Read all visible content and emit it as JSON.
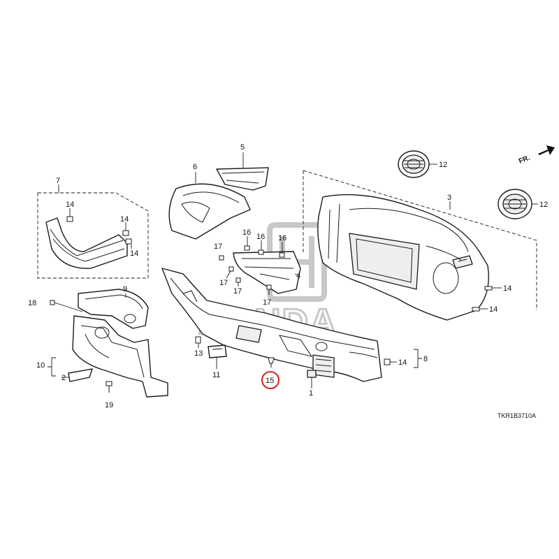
{
  "diagram": {
    "watermark": "HONDA",
    "reference_code": "TKR1B3710A",
    "direction_label": "FR.",
    "highlight_color": "#d81e1e",
    "callouts": {
      "c1": "1",
      "c2": "2",
      "c3": "3",
      "c4": "4",
      "c5": "5",
      "c6": "6",
      "c7": "7",
      "c8": "8",
      "c9": "9",
      "c10": "10",
      "c11": "11",
      "c12a": "12",
      "c12b": "12",
      "c13": "13",
      "c14a": "14",
      "c14b": "14",
      "c14c": "14",
      "c14d": "14",
      "c14e": "14",
      "c14f": "14",
      "c15": "15",
      "c16a": "16",
      "c16b": "16",
      "c16c": "16",
      "c17a": "17",
      "c17b": "17",
      "c17c": "17",
      "c17d": "17",
      "c18": "18",
      "c19": "19"
    }
  }
}
